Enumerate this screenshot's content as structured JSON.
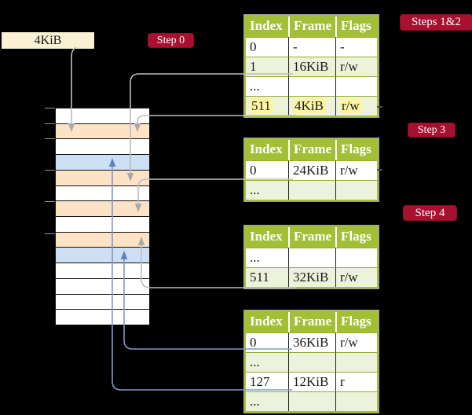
{
  "colors": {
    "background": "#000000",
    "table_header_green": "#A3BF35",
    "table_row_alt_green": "#EDF2DB",
    "highlight_yellow": "#FCF6A2",
    "badge_red": "#A8102F",
    "frame_orange": "#FCE3C6",
    "frame_blue": "#CDDFF2",
    "box_cream": "#FAF0D3",
    "arrow_gray": "#BDBDBD",
    "arrow_blue": "#7E99C7"
  },
  "source_box": {
    "label": "4KiB"
  },
  "badges": {
    "step0": "Step 0",
    "steps12": "Steps 1&2",
    "step3": "Step 3",
    "step4": "Step 4"
  },
  "memory": {
    "row_colors": [
      "white",
      "orange",
      "white",
      "blue",
      "orange",
      "white",
      "orange",
      "white",
      "orange",
      "blue",
      "white",
      "white",
      "white",
      "white"
    ]
  },
  "tables": [
    {
      "headers": [
        "Index",
        "Frame",
        "Flags"
      ],
      "rows": [
        {
          "cells": [
            "0",
            "-",
            "-"
          ]
        },
        {
          "cells": [
            "1",
            "16KiB",
            "r/w"
          ]
        },
        {
          "cells": [
            "...",
            "",
            ""
          ]
        },
        {
          "cells": [
            "511",
            "4KiB",
            "r/w"
          ],
          "highlighted": true
        }
      ]
    },
    {
      "headers": [
        "Index",
        "Frame",
        "Flags"
      ],
      "rows": [
        {
          "cells": [
            "0",
            "24KiB",
            "r/w"
          ]
        },
        {
          "cells": [
            "...",
            "",
            ""
          ]
        }
      ]
    },
    {
      "headers": [
        "Index",
        "Frame",
        "Flags"
      ],
      "rows": [
        {
          "cells": [
            "...",
            "",
            ""
          ]
        },
        {
          "cells": [
            "511",
            "32KiB",
            "r/w"
          ]
        }
      ]
    },
    {
      "headers": [
        "Index",
        "Frame",
        "Flags"
      ],
      "rows": [
        {
          "cells": [
            "0",
            "36KiB",
            "r/w"
          ]
        },
        {
          "cells": [
            "...",
            "",
            ""
          ]
        },
        {
          "cells": [
            "127",
            "12KiB",
            "r"
          ]
        },
        {
          "cells": [
            "...",
            "",
            ""
          ]
        }
      ]
    }
  ]
}
